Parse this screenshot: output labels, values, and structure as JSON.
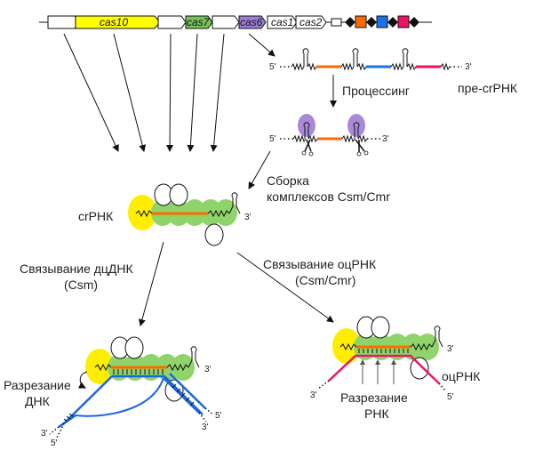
{
  "colors": {
    "cas10": "#ffff00",
    "cas7": "#77c35a",
    "cas6": "#9c7fd4",
    "spacer1": "#ff6a00",
    "spacer2": "#1a73e8",
    "spacer3": "#ee1166",
    "yellow_subunit": "#ffee00",
    "green_subunit": "#8ed46a",
    "purple_cas6": "#a98ad8",
    "dna": "#1a66e0",
    "target_rna": "#e8186d",
    "crrna": "#ff6a00"
  },
  "operon": {
    "genes": [
      {
        "label": ""
      },
      {
        "label": "cas10"
      },
      {
        "label": ""
      },
      {
        "label": "cas7"
      },
      {
        "label": ""
      },
      {
        "label": "cas6"
      },
      {
        "label": "cas1"
      },
      {
        "label": "cas2"
      }
    ]
  },
  "labels": {
    "pre_crrna": "пре-crРНК",
    "processing": "Процессинг",
    "assembly_line1": "Сборка",
    "assembly_line2": "комплексов Csm/Cmr",
    "crrna": "crРНК",
    "dsdna_binding_line1": "Связывание дцДНК",
    "dsdna_binding_line2": "(Csm)",
    "ssrna_binding_line1": "Связывание оцРНК",
    "ssrna_binding_line2": "(Csm/Cmr)",
    "dna_cleavage_line1": "Разрезание",
    "dna_cleavage_line2": "ДНК",
    "rna_cleavage_line1": "Разрезание",
    "rna_cleavage_line2": "РНК",
    "ssrna": "оцРНК"
  },
  "ends": {
    "five_prime": "5'",
    "three_prime": "3'"
  }
}
